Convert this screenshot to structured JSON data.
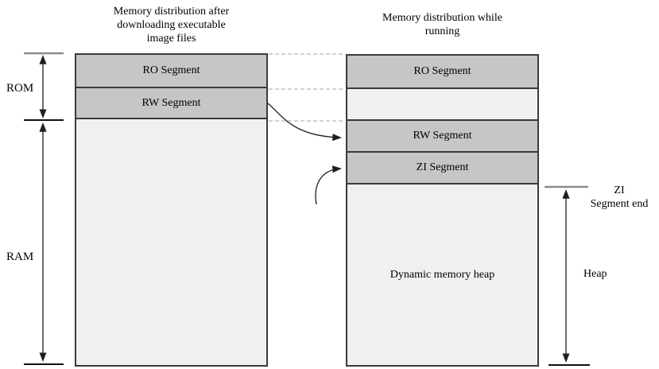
{
  "diagram": {
    "left_panel": {
      "title_lines": [
        "Memory distribution after",
        "downloading executable",
        "image files"
      ],
      "segments": {
        "ro": "RO Segment",
        "rw": "RW Segment",
        "empty": ""
      }
    },
    "right_panel": {
      "title_lines": [
        "Memory distribution while",
        "running"
      ],
      "segments": {
        "ro": "RO Segment",
        "empty": "",
        "rw": "RW Segment",
        "zi": "ZI Segment",
        "heap": "Dynamic memory heap"
      }
    },
    "side_labels": {
      "rom": "ROM",
      "ram": "RAM",
      "zi_end_lines": [
        "ZI",
        "Segment end"
      ],
      "heap": "Heap"
    },
    "colors": {
      "segment_gray": "#c6c6c6",
      "segment_light": "#f0f0f0",
      "border": "#3a3a3a",
      "dashed_line": "#c4c4c4",
      "arrow": "#1f1f1f",
      "tick_gray": "#8c8c8c",
      "tick_dark": "#111111"
    }
  }
}
